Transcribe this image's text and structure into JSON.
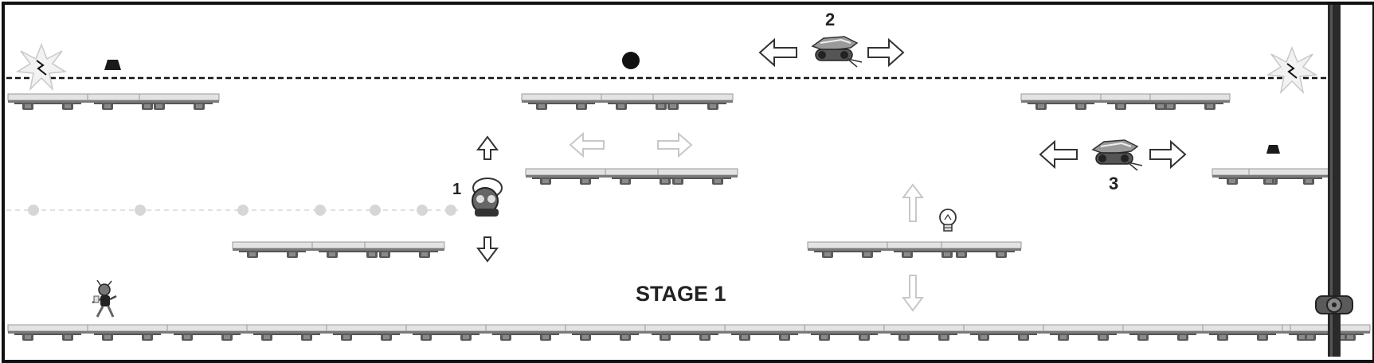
{
  "stage": {
    "title": "STAGE 1"
  },
  "enemy_labels": [
    "1",
    "2",
    "3"
  ],
  "colors": {
    "border": "#111111",
    "platform_top": "#d9d9d9",
    "platform_base": "#6e6e6e",
    "trail": "#d0d0d0",
    "faded_arrow": "#c8c8c8",
    "dark_arrow": "#444444",
    "pillar": "#2a2a2a"
  },
  "icons": [
    "spark-burst-icon",
    "trapezoid-block-icon",
    "black-ball-icon",
    "drone-robot-icon",
    "lightbulb-icon",
    "player-runner-icon",
    "gear-icon"
  ]
}
